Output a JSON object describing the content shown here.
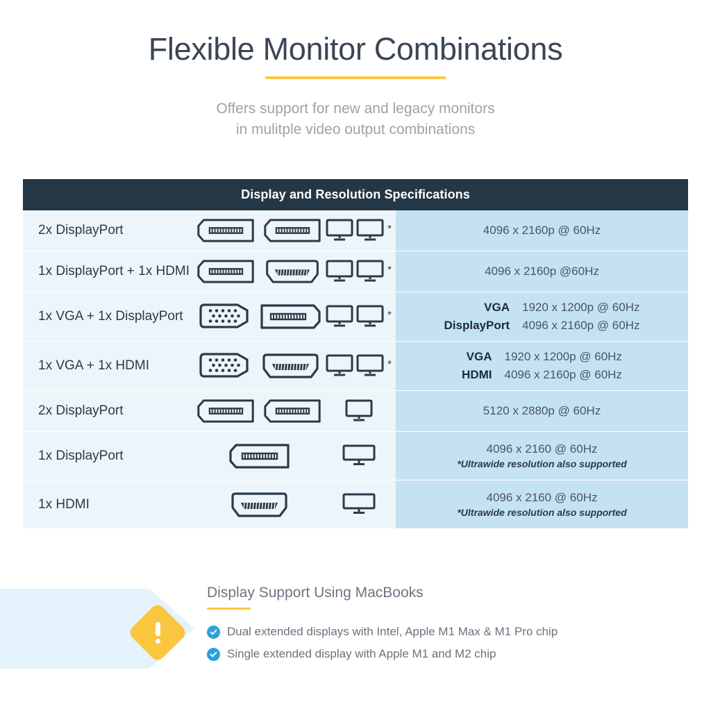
{
  "header": {
    "title": "Flexible Monitor Combinations",
    "subtitle_line1": "Offers support for new and legacy monitors",
    "subtitle_line2": "in mulitple video output combinations",
    "accent_color": "#f9c846"
  },
  "table": {
    "header_title": "Display and Resolution Specifications",
    "header_bg": "#243746",
    "label_bg": "#edf5fa",
    "resolution_bg": "#c5e2f2",
    "rows": [
      {
        "label": "2x DisplayPort",
        "ports": [
          "displayport",
          "displayport"
        ],
        "monitors": 2,
        "asterisk": "*",
        "resolution": "4096 x 2160p @ 60Hz",
        "keys": [],
        "values": [],
        "note": ""
      },
      {
        "label": "1x DisplayPort + 1x HDMI",
        "ports": [
          "displayport",
          "hdmi"
        ],
        "monitors": 2,
        "asterisk": "*",
        "resolution": "4096 x 2160p @60Hz",
        "keys": [],
        "values": [],
        "note": ""
      },
      {
        "label": "1x VGA + 1x DisplayPort",
        "ports": [
          "vga",
          "displayport-flip"
        ],
        "monitors": 2,
        "asterisk": "*",
        "resolution": "",
        "keys": [
          "VGA",
          "DisplayPort"
        ],
        "values": [
          "1920 x 1200p @ 60Hz",
          "4096 x 2160p @ 60Hz"
        ],
        "note": ""
      },
      {
        "label": "1x VGA + 1x HDMI",
        "ports": [
          "vga",
          "hdmi"
        ],
        "monitors": 2,
        "asterisk": "*",
        "resolution": "",
        "keys": [
          "VGA",
          "HDMI"
        ],
        "values": [
          "1920 x 1200p @ 60Hz",
          "4096 x 2160p @ 60Hz"
        ],
        "note": ""
      },
      {
        "label": "2x DisplayPort",
        "ports": [
          "displayport",
          "displayport"
        ],
        "monitors": 1,
        "asterisk": "",
        "resolution": "5120 x 2880p @ 60Hz",
        "keys": [],
        "values": [],
        "note": ""
      },
      {
        "label": "1x DisplayPort",
        "ports": [
          "displayport"
        ],
        "monitors": 1,
        "asterisk": "",
        "resolution": "4096 x 2160 @ 60Hz",
        "keys": [],
        "values": [],
        "note": "*Ultrawide resolution also supported"
      },
      {
        "label": "1x HDMI",
        "ports": [
          "hdmi"
        ],
        "monitors": 1,
        "asterisk": "",
        "resolution": "4096 x 2160 @ 60Hz",
        "keys": [],
        "values": [],
        "note": "*Ultrawide resolution also supported"
      }
    ]
  },
  "bottom": {
    "title": "Display Support Using MacBooks",
    "warning_icon": "warning-diamond-icon",
    "warning_color": "#fac63f",
    "banner_color": "#e4f3fc",
    "check_color": "#2aa3dd",
    "bullets": [
      "Dual extended displays with Intel, Apple M1 Max & M1 Pro chip",
      "Single extended display with Apple M1 and M2 chip"
    ]
  }
}
